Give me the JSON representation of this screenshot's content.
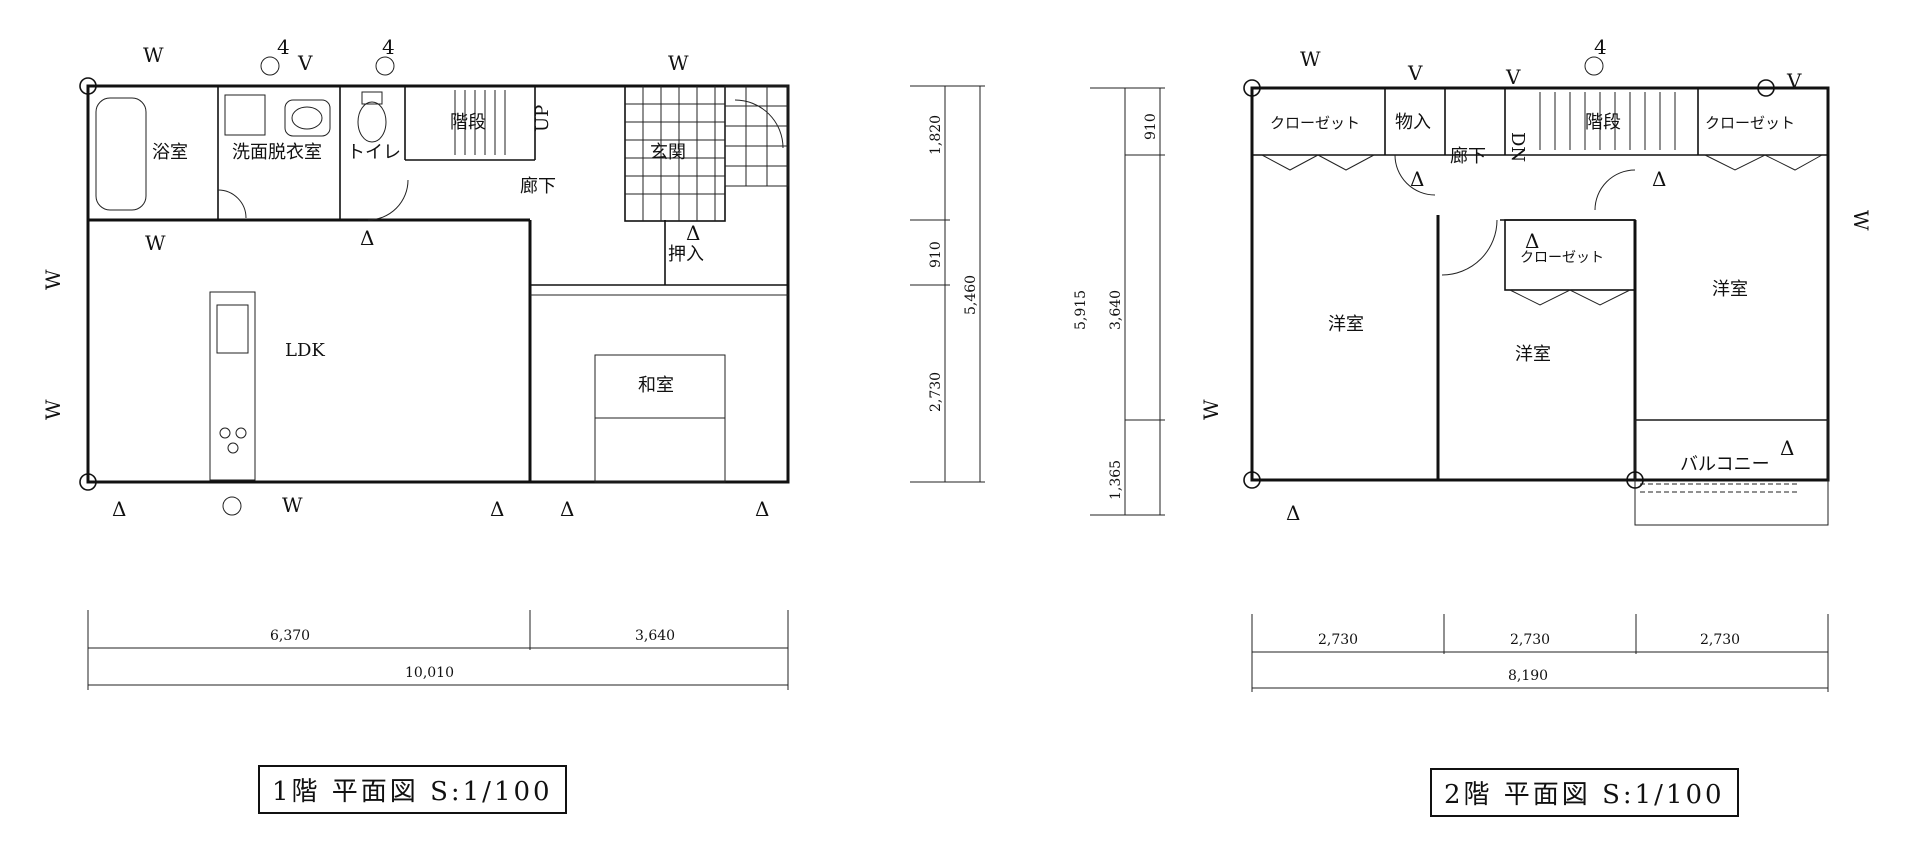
{
  "floor1": {
    "title": "1階 平面図 S:1/100",
    "rooms": {
      "bath": "浴室",
      "washroom": "洗面脱衣室",
      "toilet": "トイレ",
      "stairs": "階段",
      "up": "UP",
      "entrance": "玄関",
      "hall": "廊下",
      "ldk": "LDK",
      "closet": "押入",
      "washitsu": "和室"
    },
    "dims": {
      "width_left": "6,370",
      "width_right": "3,640",
      "width_total": "10,010",
      "depth_top": "1,820",
      "depth_mid": "910",
      "depth_bottom": "2,730",
      "depth_total": "5,460"
    }
  },
  "floor2": {
    "title": "2階 平面図 S:1/100",
    "rooms": {
      "closet_left": "クローゼット",
      "storage": "物入",
      "down": "DN",
      "stairs": "階段",
      "closet_right": "クローゼット",
      "hall": "廊下",
      "room_left": "洋室",
      "closet_center": "クローゼット",
      "room_center": "洋室",
      "room_right": "洋室",
      "balcony": "バルコニー"
    },
    "dims": {
      "width_a": "2,730",
      "width_b": "2,730",
      "width_c": "2,730",
      "width_total": "8,190",
      "depth_top": "910",
      "depth_mid": "3,640",
      "depth_bottom": "1,365",
      "depth_total": "5,915"
    }
  },
  "symbols": {
    "window_w": "W",
    "window_v": "V",
    "window_tri": "Δ",
    "number_4": "4"
  }
}
